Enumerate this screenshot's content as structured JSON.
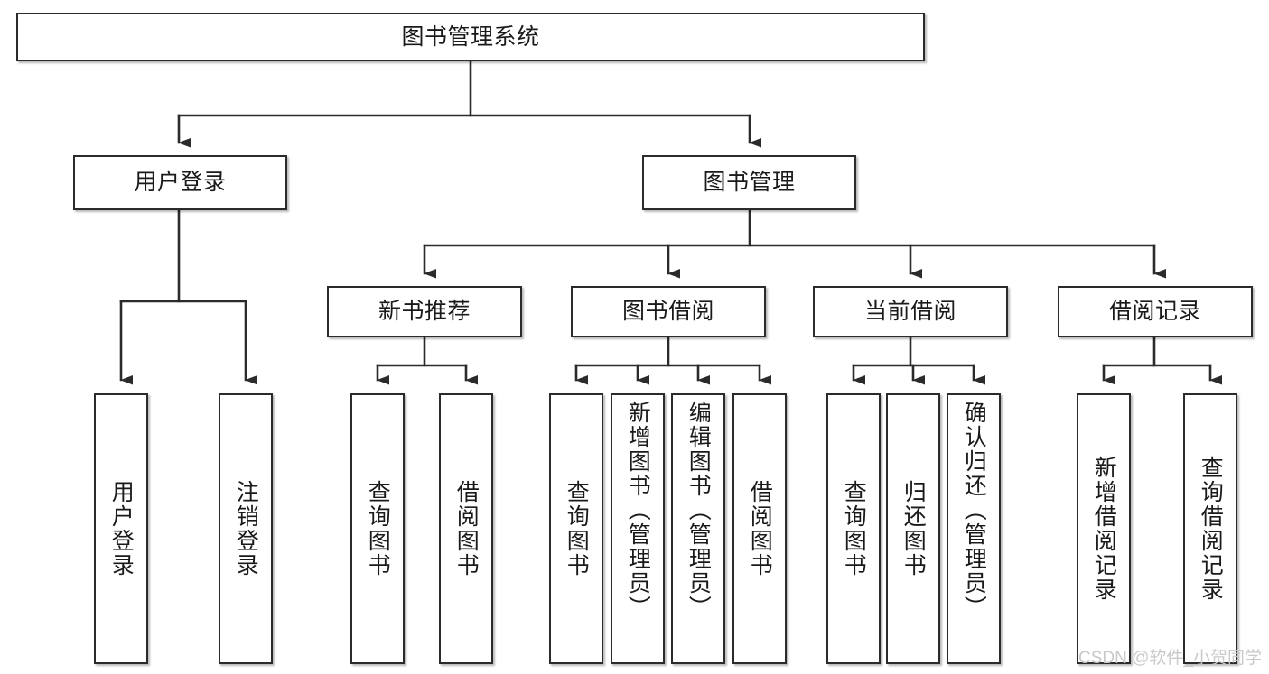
{
  "diagram": {
    "type": "tree-flowchart",
    "title": "图书管理系统",
    "root": {
      "id": "root",
      "label": "图书管理系统"
    },
    "level2": [
      {
        "id": "user-login",
        "label": "用户登录"
      },
      {
        "id": "book-manage",
        "label": "图书管理"
      }
    ],
    "level3": [
      {
        "id": "new-book-recommend",
        "label": "新书推荐"
      },
      {
        "id": "book-borrow",
        "label": "图书借阅"
      },
      {
        "id": "current-borrow",
        "label": "当前借阅"
      },
      {
        "id": "borrow-record",
        "label": "借阅记录"
      }
    ],
    "leaves": {
      "user_login": [
        {
          "id": "leaf-user-login",
          "label": "用户登录"
        },
        {
          "id": "leaf-logout-login",
          "label": "注销登录"
        }
      ],
      "new_book_recommend": [
        {
          "id": "leaf-query-book-1",
          "label": "查询图书"
        },
        {
          "id": "leaf-borrow-book-1",
          "label": "借阅图书"
        }
      ],
      "book_borrow": [
        {
          "id": "leaf-query-book-2",
          "label": "查询图书"
        },
        {
          "id": "leaf-add-book",
          "label": "新增图书（管理员）"
        },
        {
          "id": "leaf-edit-book",
          "label": "编辑图书（管理员）"
        },
        {
          "id": "leaf-borrow-book-2",
          "label": "借阅图书"
        }
      ],
      "current_borrow": [
        {
          "id": "leaf-query-book-3",
          "label": "查询图书"
        },
        {
          "id": "leaf-return-book",
          "label": "归还图书"
        },
        {
          "id": "leaf-confirm-return",
          "label": "确认归还（管理员）"
        }
      ],
      "borrow_record": [
        {
          "id": "leaf-add-record",
          "label": "新增借阅记录"
        },
        {
          "id": "leaf-query-record",
          "label": "查询借阅记录"
        }
      ]
    }
  },
  "watermark": {
    "text": "CSDN @软件_小贺同学"
  },
  "colors": {
    "stroke": "#2b2b2b",
    "fill": "#ffffff",
    "text": "#1a1a1a",
    "watermark": "#c9c9c9"
  }
}
